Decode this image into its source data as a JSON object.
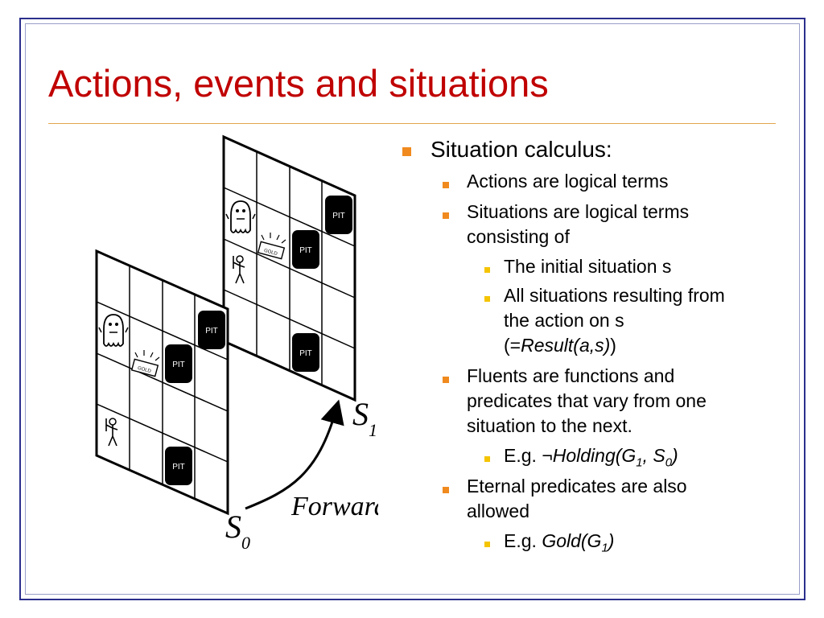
{
  "slide": {
    "title": "Actions, events and situations",
    "bullets": {
      "situation_calculus": "Situation calculus:",
      "actions": "Actions are logical terms",
      "situations_1": "Situations are logical terms",
      "situations_2": "consisting of",
      "initial": "The initial situation s",
      "all_1": "All situations resulting from",
      "all_2": "the action on  s",
      "all_3_open": "(=",
      "all_3_em": "Result(a,s)",
      "all_3_close": ")",
      "fluents_1": "Fluents are functions and",
      "fluents_2": "predicates that vary from one",
      "fluents_3": "situation to the next.",
      "eg1_prefix": "E.g. ",
      "eg1_neg": "¬",
      "eg1_main": "Holding(G",
      "eg1_sub1": "1",
      "eg1_mid": ", S",
      "eg1_sub2": "0",
      "eg1_end": ")",
      "eternal_1": "Eternal predicates are also",
      "eternal_2": "allowed",
      "eg2_prefix": "E.g. ",
      "eg2_main": "Gold(G",
      "eg2_sub": "1",
      "eg2_end": ")"
    },
    "figure": {
      "s0_label": "S",
      "s0_sub": "0",
      "s1_label": "S",
      "s1_sub": "1",
      "forward_label": "Forward",
      "pit_label": "PIT",
      "gold_label": "GOLD"
    },
    "colors": {
      "title": "#c00000",
      "rule": "#e3a64d",
      "frame": "#2b2f8c",
      "bullet_l1": "#f08a1e",
      "bullet_l2": "#f08a1e",
      "bullet_l3": "#f5c400"
    }
  }
}
